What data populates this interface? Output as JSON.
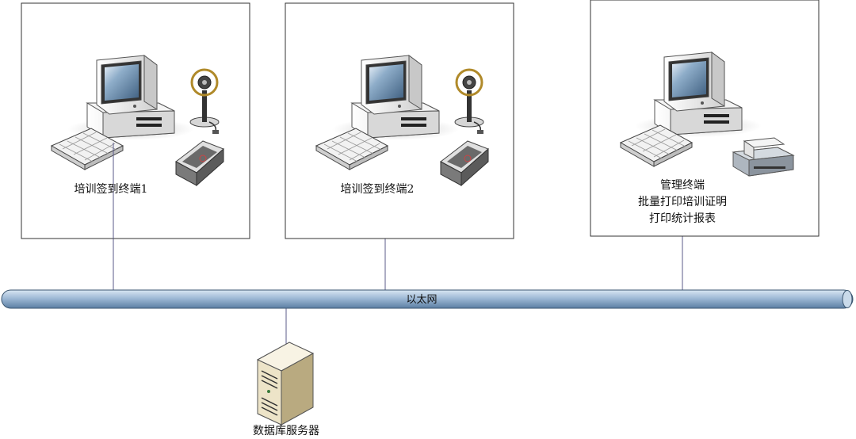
{
  "nodes": {
    "terminal1": {
      "label": "培训签到终端1"
    },
    "terminal2": {
      "label": "培训签到终端2"
    },
    "admin": {
      "lines": [
        "管理终端",
        "批量打印培训证明",
        "打印统计报表"
      ]
    },
    "server": {
      "label": "数据库服务器"
    }
  },
  "network": {
    "label": "以太网"
  },
  "colors": {
    "bus_fill": "#a9c3dc",
    "bus_stroke": "#3b5670",
    "connector": "#5b5b8a",
    "box_stroke": "#333333",
    "monitor_body": "#ededed",
    "screen": "#6f93b7",
    "printer": "#9aa3ad",
    "server_body": "#e8dfc6"
  },
  "icons": [
    "computer-icon",
    "keyboard-icon",
    "microphone-icon",
    "card-reader-icon",
    "printer-icon",
    "server-icon"
  ]
}
